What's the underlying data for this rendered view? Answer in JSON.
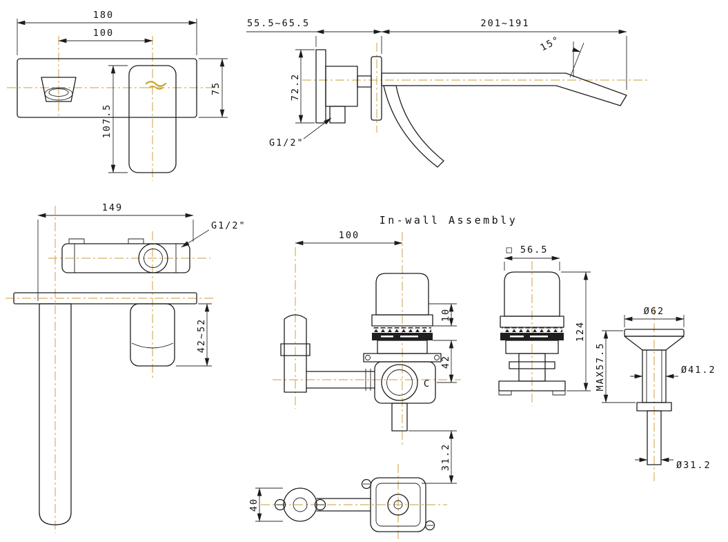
{
  "page": {
    "background": "#ffffff"
  },
  "colors": {
    "line": "#1c1c1c",
    "centerline": "#cf9a3c",
    "dim": "#2a2a2a",
    "logo_gold": "#c9a227",
    "band": "#1e1e1e"
  },
  "title": {
    "assembly": "In-wall Assembly"
  },
  "front_view": {
    "width": "180",
    "hole_spacing": "100",
    "plate_height": "75",
    "handle_length": "107.5"
  },
  "side_view": {
    "in_wall_depth": "55.5~65.5",
    "spout_reach": "201~191",
    "body_height": "72.2",
    "spout_angle": "15°",
    "thread": "G1/2\""
  },
  "top_view": {
    "body_length": "149",
    "thread": "G1/2\"",
    "handle_projection": "42~52"
  },
  "inwall_front": {
    "pipe_spacing": "100",
    "depth_adjust": "10",
    "body_depth": "42",
    "outlet_offset": "31.2",
    "flange_height": "40",
    "cold_marking": "C"
  },
  "inwall_side": {
    "cap_square": "□ 56.5",
    "total_height": "124"
  },
  "drain_view": {
    "flange_diameter": "Ø62",
    "max_depth": "MAX57.5",
    "body_diameter": "Ø41.2",
    "tail_diameter": "Ø31.2"
  }
}
